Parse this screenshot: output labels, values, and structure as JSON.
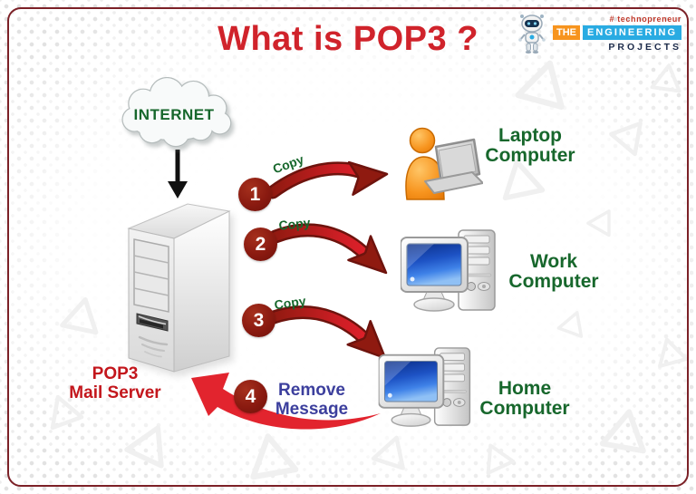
{
  "title": "What is POP3 ?",
  "brand": {
    "tagline": "# technopreneur",
    "word_the": "THE",
    "word_engineering": "ENGINEERING",
    "word_projects": "PROJECTS"
  },
  "internet": {
    "label": "INTERNET"
  },
  "server": {
    "label_line1": "POP3",
    "label_line2": "Mail Server"
  },
  "steps": [
    {
      "num": "1",
      "action": "Copy"
    },
    {
      "num": "2",
      "action": "Copy"
    },
    {
      "num": "3",
      "action": "Copy"
    },
    {
      "num": "4",
      "action_line1": "Remove",
      "action_line2": "Message"
    }
  ],
  "devices": [
    {
      "label_line1": "Laptop",
      "label_line2": "Computer"
    },
    {
      "label_line1": "Work",
      "label_line2": "Computer"
    },
    {
      "label_line1": "Home",
      "label_line2": "Computer"
    }
  ],
  "colors": {
    "title_red": "#d0232b",
    "label_green": "#17672c",
    "step_maroon": "#8a1c11",
    "arrow_red": "#e2242e",
    "remove_blue": "#3c3f9d",
    "server_red": "#c3161c",
    "frame_maroon": "#7c2127",
    "brand_orange": "#f7941e",
    "brand_blue": "#29abe2",
    "brand_navy": "#1c2b4a"
  }
}
